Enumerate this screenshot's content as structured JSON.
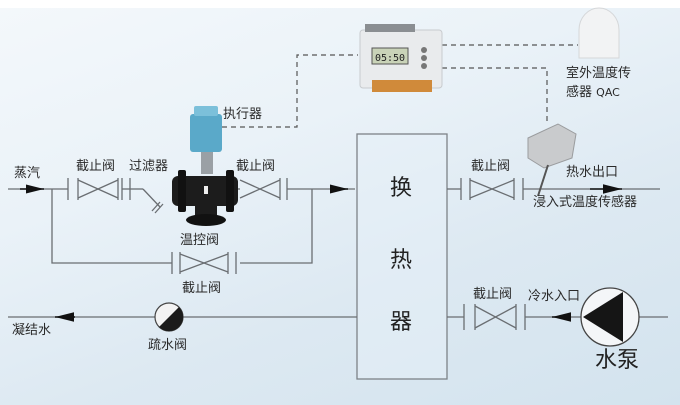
{
  "diagram": {
    "title": "",
    "heat_exchanger": {
      "chars": [
        "换",
        "热",
        "器"
      ]
    },
    "labels": {
      "steam_in": "蒸汽",
      "stop_valve_1": "截止阀",
      "filter": "过滤器",
      "stop_valve_2": "截止阀",
      "actuator": "执行器",
      "temp_control_valve": "温控阀",
      "bypass_stop_valve": "截止阀",
      "condensate": "凝结水",
      "steam_trap": "疏水阀",
      "hot_stop_valve": "截止阀",
      "hot_water_outlet": "热水出口",
      "immersion_sensor": "浸入式温度传感器",
      "outdoor_sensor_line1": "室外温度传",
      "outdoor_sensor_line2": "感器",
      "outdoor_sensor_model": "QAC",
      "cold_stop_valve": "截止阀",
      "cold_water_inlet": "冷水入口",
      "pump": "水泵"
    },
    "controller": {
      "display": "05:50"
    },
    "icons": {
      "controller": "controller-device-icon",
      "outdoor_sensor": "outdoor-temperature-sensor-icon",
      "immersion_sensor": "immersion-sensor-icon",
      "valve": "three-way-valve-icon",
      "pump": "pump-icon",
      "steam_trap": "steam-trap-icon"
    },
    "colors": {
      "line": "#6a6e72",
      "dashed": "#555555",
      "actuator": "#5aa9c9",
      "valve_body": "#1c1c1c"
    }
  }
}
